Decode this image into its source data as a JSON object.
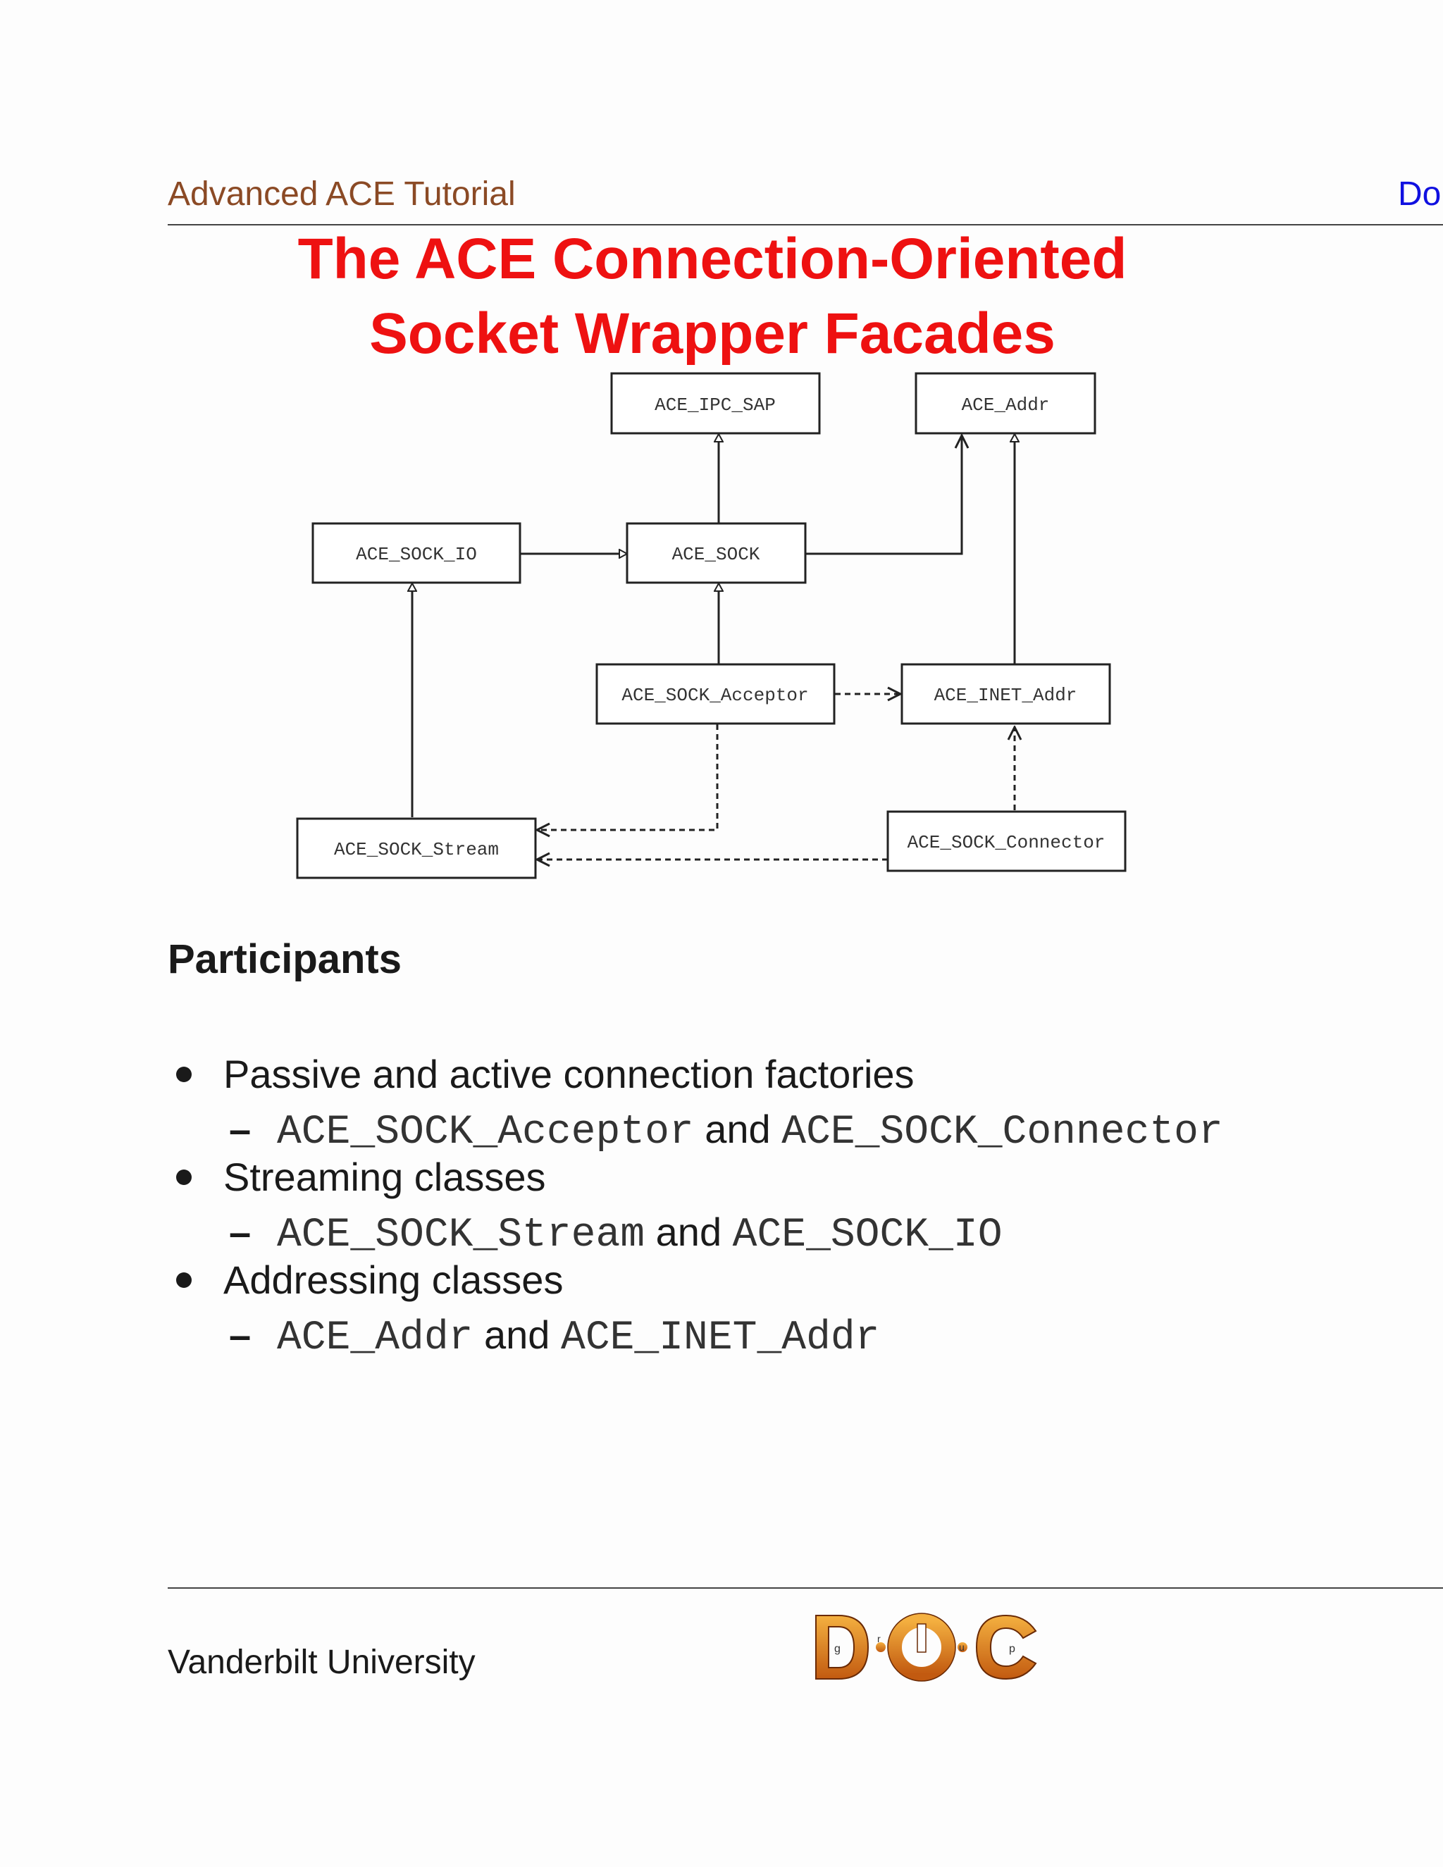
{
  "header": {
    "left": "Advanced ACE Tutorial",
    "right": "Do"
  },
  "title": {
    "line1": "The ACE Connection-Oriented",
    "line2": "Socket Wrapper Facades"
  },
  "diagram": {
    "classes": {
      "ipc_sap": "ACE_IPC_SAP",
      "addr": "ACE_Addr",
      "sock_io": "ACE_SOCK_IO",
      "sock": "ACE_SOCK",
      "acceptor": "ACE_SOCK_Acceptor",
      "inet_addr": "ACE_INET_Addr",
      "stream": "ACE_SOCK_Stream",
      "connector": "ACE_SOCK_Connector"
    }
  },
  "participants": {
    "heading": "Participants",
    "items": [
      {
        "text": "Passive and active connection factories",
        "sub": {
          "a": "ACE_SOCK_Acceptor",
          "and": "and",
          "b": "ACE_SOCK_Connector"
        }
      },
      {
        "text": "Streaming classes",
        "sub": {
          "a": "ACE_SOCK_Stream",
          "and": "and",
          "b": "ACE_SOCK_IO"
        }
      },
      {
        "text": "Addressing classes",
        "sub": {
          "a": "ACE_Addr",
          "and": "and",
          "b": "ACE_INET_Addr"
        }
      }
    ]
  },
  "footer": {
    "left": "Vanderbilt University",
    "logo_letters": [
      "D",
      "r",
      "O",
      "u",
      "C"
    ]
  },
  "colors": {
    "title": "#ee1111",
    "header_left": "#8b4a25",
    "header_right": "#1010e0",
    "logo": "#e08a1e"
  }
}
